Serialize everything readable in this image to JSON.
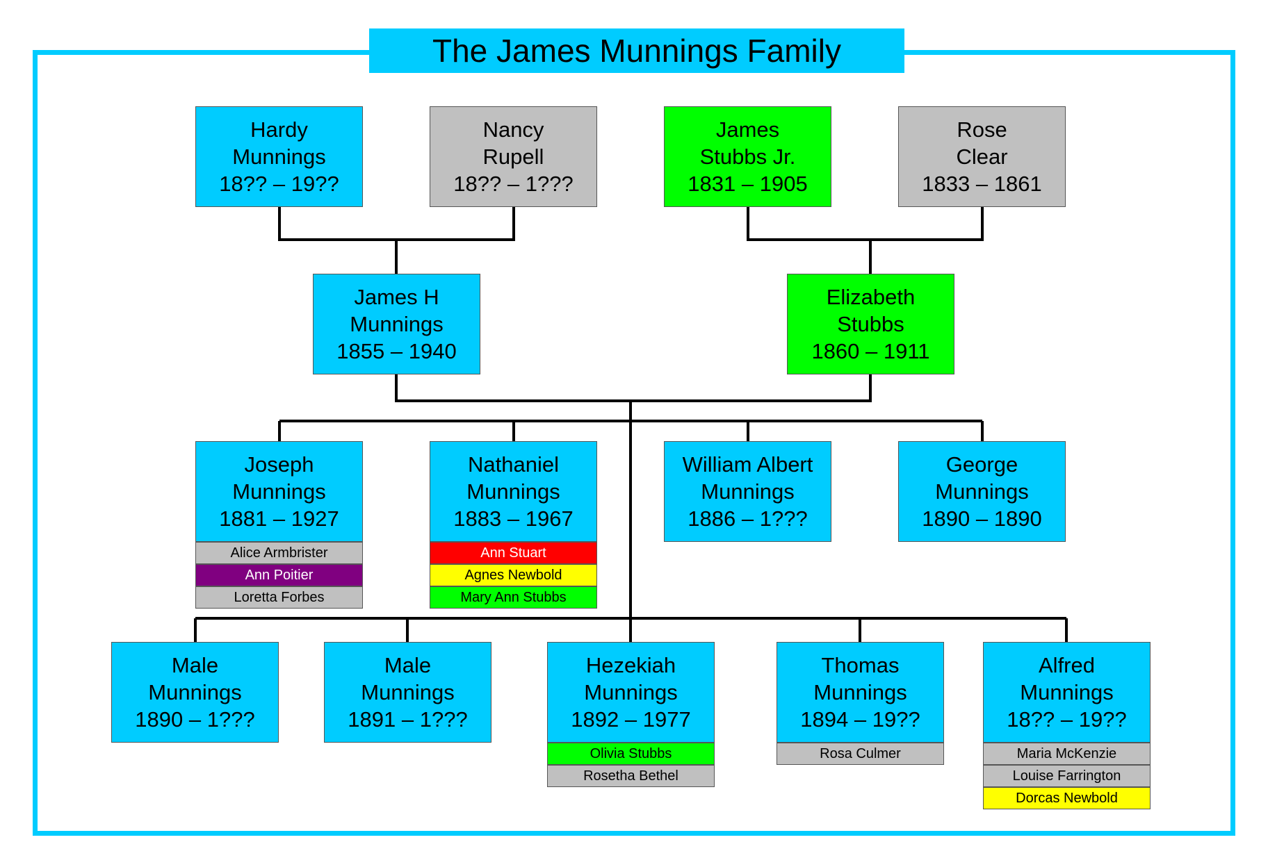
{
  "title": "The James Munnings Family",
  "colors": {
    "blue": "#00ccff",
    "grey": "#c0c0c0",
    "green": "#00ff00",
    "red": "#ff0000",
    "yellow": "#ffff00",
    "purple": "#800080"
  },
  "grandparents": [
    {
      "line1": "Hardy",
      "line2": "Munnings",
      "dates": "18?? – 19??",
      "color": "blue"
    },
    {
      "line1": "Nancy",
      "line2": "Rupell",
      "dates": "18?? – 1???",
      "color": "grey"
    },
    {
      "line1": "James",
      "line2": "Stubbs Jr.",
      "dates": "1831 – 1905",
      "color": "green"
    },
    {
      "line1": "Rose",
      "line2": "Clear",
      "dates": "1833 – 1861",
      "color": "grey"
    }
  ],
  "parents": [
    {
      "line1": "James H",
      "line2": "Munnings",
      "dates": "1855 – 1940",
      "color": "blue"
    },
    {
      "line1": "Elizabeth",
      "line2": "Stubbs",
      "dates": "1860 – 1911",
      "color": "green"
    }
  ],
  "children_row1": [
    {
      "line1": "Joseph",
      "line2": "Munnings",
      "dates": "1881 – 1927",
      "color": "blue",
      "spouses": [
        {
          "name": "Alice Armbrister",
          "color": "grey"
        },
        {
          "name": "Ann Poitier",
          "color": "purple"
        },
        {
          "name": "Loretta Forbes",
          "color": "grey"
        }
      ]
    },
    {
      "line1": "Nathaniel",
      "line2": "Munnings",
      "dates": "1883 – 1967",
      "color": "blue",
      "spouses": [
        {
          "name": "Ann Stuart",
          "color": "red"
        },
        {
          "name": "Agnes Newbold",
          "color": "yellow"
        },
        {
          "name": "Mary Ann Stubbs",
          "color": "green"
        }
      ]
    },
    {
      "line1": "William Albert",
      "line2": "Munnings",
      "dates": "1886 – 1???",
      "color": "blue",
      "spouses": []
    },
    {
      "line1": "George",
      "line2": "Munnings",
      "dates": "1890 – 1890",
      "color": "blue",
      "spouses": []
    }
  ],
  "children_row2": [
    {
      "line1": "Male",
      "line2": "Munnings",
      "dates": "1890 – 1???",
      "color": "blue",
      "spouses": []
    },
    {
      "line1": "Male",
      "line2": "Munnings",
      "dates": "1891 – 1???",
      "color": "blue",
      "spouses": []
    },
    {
      "line1": "Hezekiah",
      "line2": "Munnings",
      "dates": "1892 – 1977",
      "color": "blue",
      "spouses": [
        {
          "name": "Olivia Stubbs",
          "color": "green"
        },
        {
          "name": "Rosetha Bethel",
          "color": "grey"
        }
      ]
    },
    {
      "line1": "Thomas",
      "line2": "Munnings",
      "dates": "1894 – 19??",
      "color": "blue",
      "spouses": [
        {
          "name": "Rosa Culmer",
          "color": "grey"
        }
      ]
    },
    {
      "line1": "Alfred",
      "line2": "Munnings",
      "dates": "18?? – 19??",
      "color": "blue",
      "spouses": [
        {
          "name": "Maria McKenzie",
          "color": "grey"
        },
        {
          "name": "Louise Farrington",
          "color": "grey"
        },
        {
          "name": "Dorcas Newbold",
          "color": "yellow"
        }
      ]
    }
  ]
}
